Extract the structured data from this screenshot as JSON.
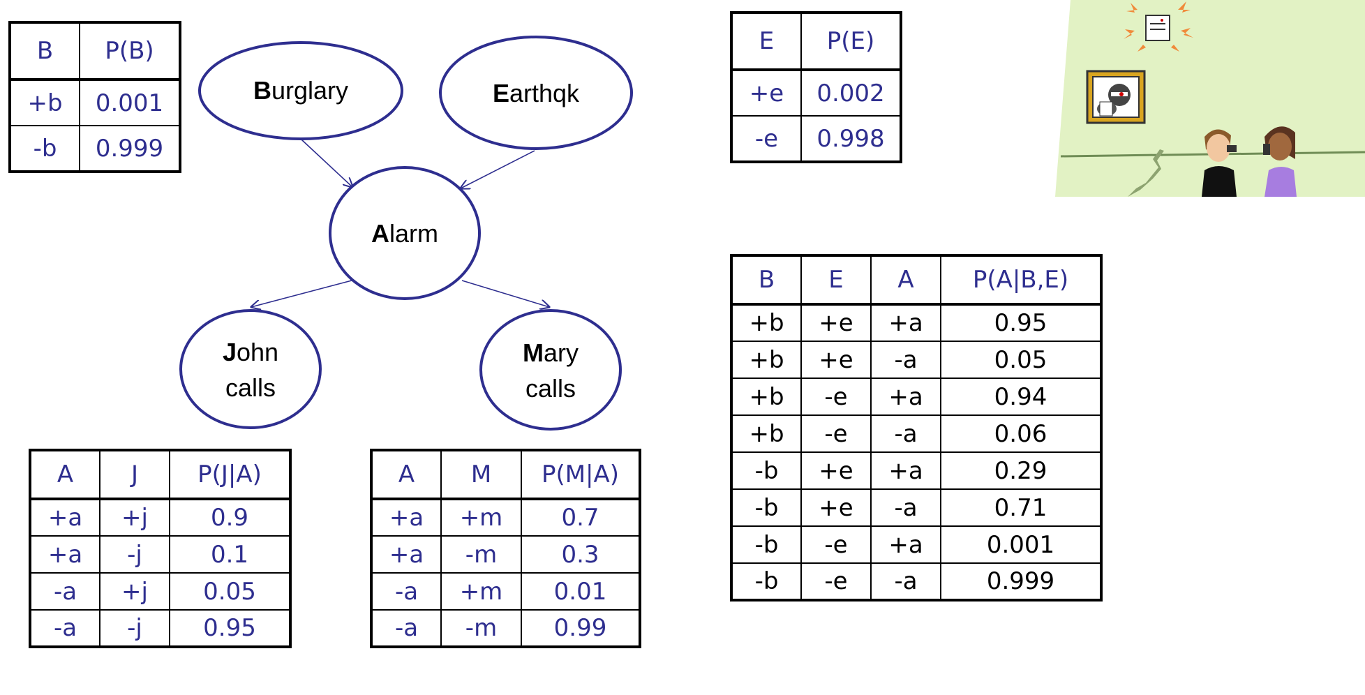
{
  "nodes": {
    "burglary": {
      "initial": "B",
      "rest": "urglary"
    },
    "earthquake": {
      "initial": "E",
      "rest": "arthqk"
    },
    "alarm": {
      "initial": "A",
      "rest": "larm"
    },
    "john": {
      "initial": "J",
      "rest": "ohn",
      "line2": "calls"
    },
    "mary": {
      "initial": "M",
      "rest": "ary",
      "line2": "calls"
    }
  },
  "tables": {
    "pb": {
      "headers": [
        "B",
        "P(B)"
      ],
      "rows": [
        [
          "+b",
          "0.001"
        ],
        [
          "-b",
          "0.999"
        ]
      ]
    },
    "pe": {
      "headers": [
        "E",
        "P(E)"
      ],
      "rows": [
        [
          "+e",
          "0.002"
        ],
        [
          "-e",
          "0.998"
        ]
      ]
    },
    "pj": {
      "headers": [
        "A",
        "J",
        "P(J|A)"
      ],
      "rows": [
        [
          "+a",
          "+j",
          "0.9"
        ],
        [
          "+a",
          "-j",
          "0.1"
        ],
        [
          "-a",
          "+j",
          "0.05"
        ],
        [
          "-a",
          "-j",
          "0.95"
        ]
      ]
    },
    "pm": {
      "headers": [
        "A",
        "M",
        "P(M|A)"
      ],
      "rows": [
        [
          "+a",
          "+m",
          "0.7"
        ],
        [
          "+a",
          "-m",
          "0.3"
        ],
        [
          "-a",
          "+m",
          "0.01"
        ],
        [
          "-a",
          "-m",
          "0.99"
        ]
      ]
    },
    "pa": {
      "headers": [
        "B",
        "E",
        "A",
        "P(A|B,E)"
      ],
      "rows": [
        [
          "+b",
          "+e",
          "+a",
          "0.95"
        ],
        [
          "+b",
          "+e",
          "-a",
          "0.05"
        ],
        [
          "+b",
          "-e",
          "+a",
          "0.94"
        ],
        [
          "+b",
          "-e",
          "-a",
          "0.06"
        ],
        [
          "-b",
          "+e",
          "+a",
          "0.29"
        ],
        [
          "-b",
          "+e",
          "-a",
          "0.71"
        ],
        [
          "-b",
          "-e",
          "+a",
          "0.001"
        ],
        [
          "-b",
          "-e",
          "-a",
          "0.999"
        ]
      ]
    }
  },
  "colors": {
    "ink": "#2e2e8f",
    "wall": "#e2f2c4",
    "table_border": "#000000"
  }
}
